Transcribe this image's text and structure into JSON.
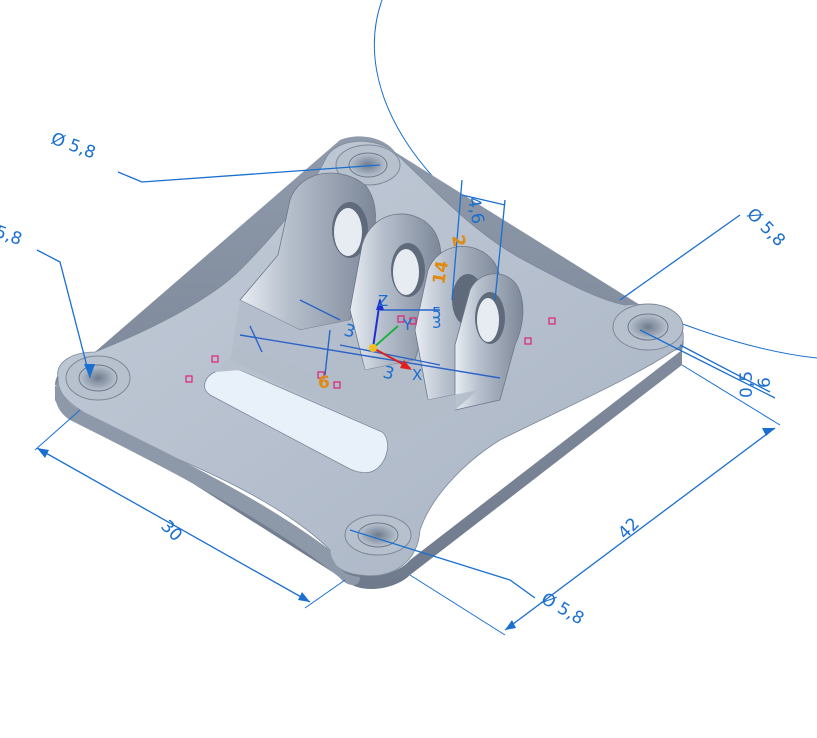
{
  "colors": {
    "background": "#ffffff",
    "part_body": "#aab5c4",
    "part_top": "#b9c5d3",
    "part_dark": "#7c8899",
    "dimension": "#1a6fd0",
    "driving_dimension": "#e08a10",
    "relation_marker": "#e0207a",
    "axis_x": "#e02020",
    "axis_y": "#20b040",
    "axis_z": "#2030d0"
  },
  "dimensions": {
    "hole_tl": "Ø 5,8",
    "hole_l": "5,8",
    "hole_tr": "Ø 5,8",
    "hole_b": "Ø 5,8",
    "width_30": "30",
    "length_42": "42",
    "lug_4_6": "4,6",
    "lug_3_a": "3",
    "lug_3_b": "3",
    "lug_5": "5",
    "drive_14": "14",
    "drive_2": "2",
    "drive_small": "3",
    "drive_6": "6",
    "right_0_5": "0,5",
    "right_6": "6"
  },
  "icons": {
    "triad": "coordinate-triad-icon"
  }
}
